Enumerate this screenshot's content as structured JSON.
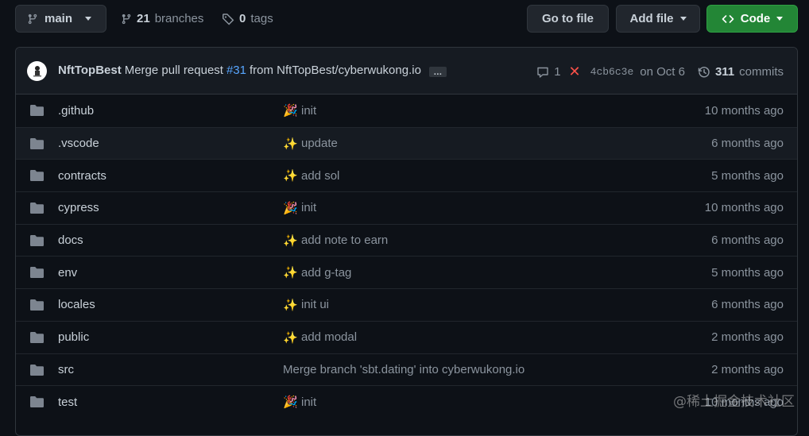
{
  "toolbar": {
    "branch": "main",
    "branches_count": "21",
    "branches_label": "branches",
    "tags_count": "0",
    "tags_label": "tags",
    "goto_file": "Go to file",
    "add_file": "Add file",
    "code": "Code"
  },
  "commit": {
    "author": "NftTopBest",
    "message_prefix": "Merge pull request",
    "pr_number": "#31",
    "message_suffix": "from NftTopBest/cyberwukong.io",
    "ellipsis": "…",
    "comments": "1",
    "status": "✕",
    "sha": "4cb6c3e",
    "date": "on Oct 6",
    "commits_count": "311",
    "commits_label": "commits"
  },
  "files": [
    {
      "name": ".github",
      "emoji": "🎉",
      "message": "init",
      "age": "10 months ago"
    },
    {
      "name": ".vscode",
      "emoji": "✨",
      "message": "update",
      "age": "6 months ago"
    },
    {
      "name": "contracts",
      "emoji": "✨",
      "message": "add sol",
      "age": "5 months ago"
    },
    {
      "name": "cypress",
      "emoji": "🎉",
      "message": "init",
      "age": "10 months ago"
    },
    {
      "name": "docs",
      "emoji": "✨",
      "message": "add note to earn",
      "age": "6 months ago"
    },
    {
      "name": "env",
      "emoji": "✨",
      "message": "add g-tag",
      "age": "5 months ago"
    },
    {
      "name": "locales",
      "emoji": "✨",
      "message": "init ui",
      "age": "6 months ago"
    },
    {
      "name": "public",
      "emoji": "✨",
      "message": "add modal",
      "age": "2 months ago"
    },
    {
      "name": "src",
      "emoji": "",
      "message": "Merge branch 'sbt.dating' into cyberwukong.io",
      "age": "2 months ago"
    },
    {
      "name": "test",
      "emoji": "🎉",
      "message": "init",
      "age": "10 months ago"
    }
  ],
  "watermark": "@稀土掘金技术社区",
  "colors": {
    "background": "#0d1117",
    "accent_green": "#238636",
    "link_blue": "#58a6ff",
    "folder": "#7d8590",
    "fail_red": "#f85149"
  }
}
